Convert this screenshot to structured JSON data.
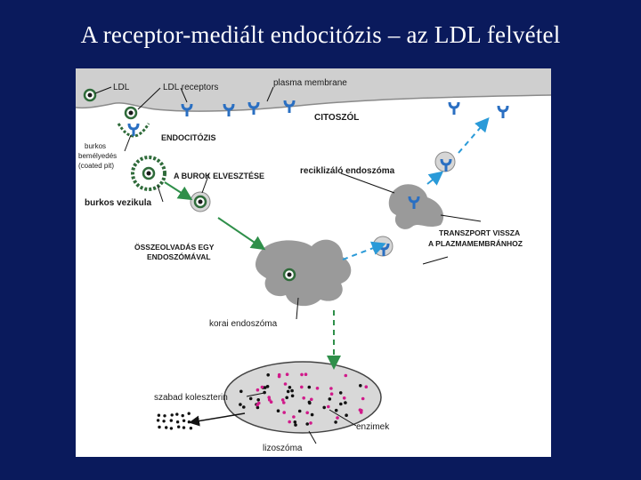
{
  "slide": {
    "title": "A receptor-mediált endocitózis – az LDL felvétel"
  },
  "diagram": {
    "labels": {
      "ldl": "LDL",
      "ldl_receptors": "LDL receptors",
      "plasma_membrane": "plasma membrane",
      "citoszol": "CITOSZÓL",
      "endocitozis": "ENDOCITÓZIS",
      "burkos_1": "burkos",
      "burkos_2": "bemélyedés",
      "burkos_3": "(coated pit)",
      "burok_elvesztese": "A BUROK ELVESZTÉSE",
      "burkos_vezikula": "burkos vezikula",
      "reciklizalo": "reciklizáló endoszóma",
      "transzport_1": "TRANSZPORT VISSZA",
      "transzport_2": "A PLAZMAMEMBRÁNHOZ",
      "osszeolvadas_1": "ÖSSZEOLVADÁS EGY",
      "osszeolvadas_2": "ENDOSZÓMÁVAL",
      "korai_endoszoma": "korai endoszóma",
      "szabad_koleszterin": "szabad koleszterin",
      "enzimek": "enzimek",
      "lizoszoma": "lizoszóma"
    },
    "colors": {
      "receptor": "#2a6fc2",
      "arrow": "#2f8f4a",
      "membrane": "#8a8a8a",
      "enzyme": "#d01a8a",
      "ldl_core": "#2f6b3a"
    }
  }
}
